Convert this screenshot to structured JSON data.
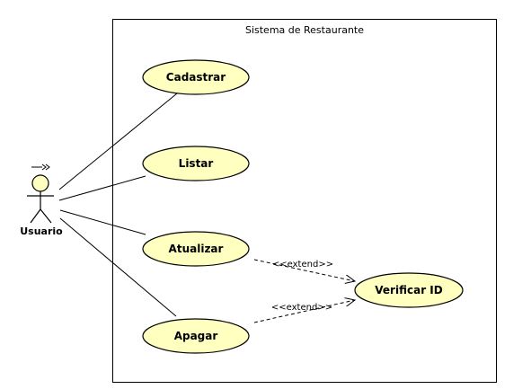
{
  "system": {
    "title": "Sistema de Restaurante"
  },
  "actor": {
    "name": "Usuario"
  },
  "use_cases": {
    "cadastrar": "Cadastrar",
    "listar": "Listar",
    "atualizar": "Atualizar",
    "apagar": "Apagar",
    "verificar_id": "Verificar ID"
  },
  "relations": {
    "extend_1": "<<extend>>",
    "extend_2": "<<extend>>"
  },
  "colors": {
    "use_case_fill": "#ffffc0",
    "stroke": "#000000",
    "background": "#ffffff"
  }
}
